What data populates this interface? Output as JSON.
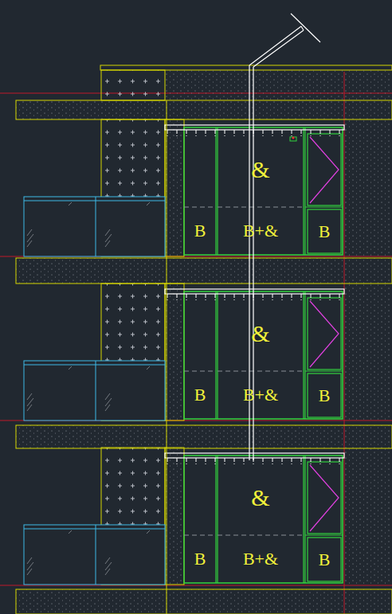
{
  "diagram": {
    "nodes": [
      {
        "text": [
          "&"
        ]
      },
      {
        "text": [
          "B"
        ]
      },
      {
        "text": [
          "B+&"
        ]
      },
      {
        "text": [
          "B"
        ]
      },
      {
        "text": [
          "&"
        ]
      },
      {
        "text": [
          "B"
        ]
      },
      {
        "text": [
          "B+&"
        ]
      },
      {
        "text": [
          "B"
        ]
      },
      {
        "text": [
          "&"
        ]
      },
      {
        "text": [
          "B"
        ]
      },
      {
        "text": [
          "B+&"
        ]
      },
      {
        "text": [
          "B"
        ]
      }
    ]
  }
}
